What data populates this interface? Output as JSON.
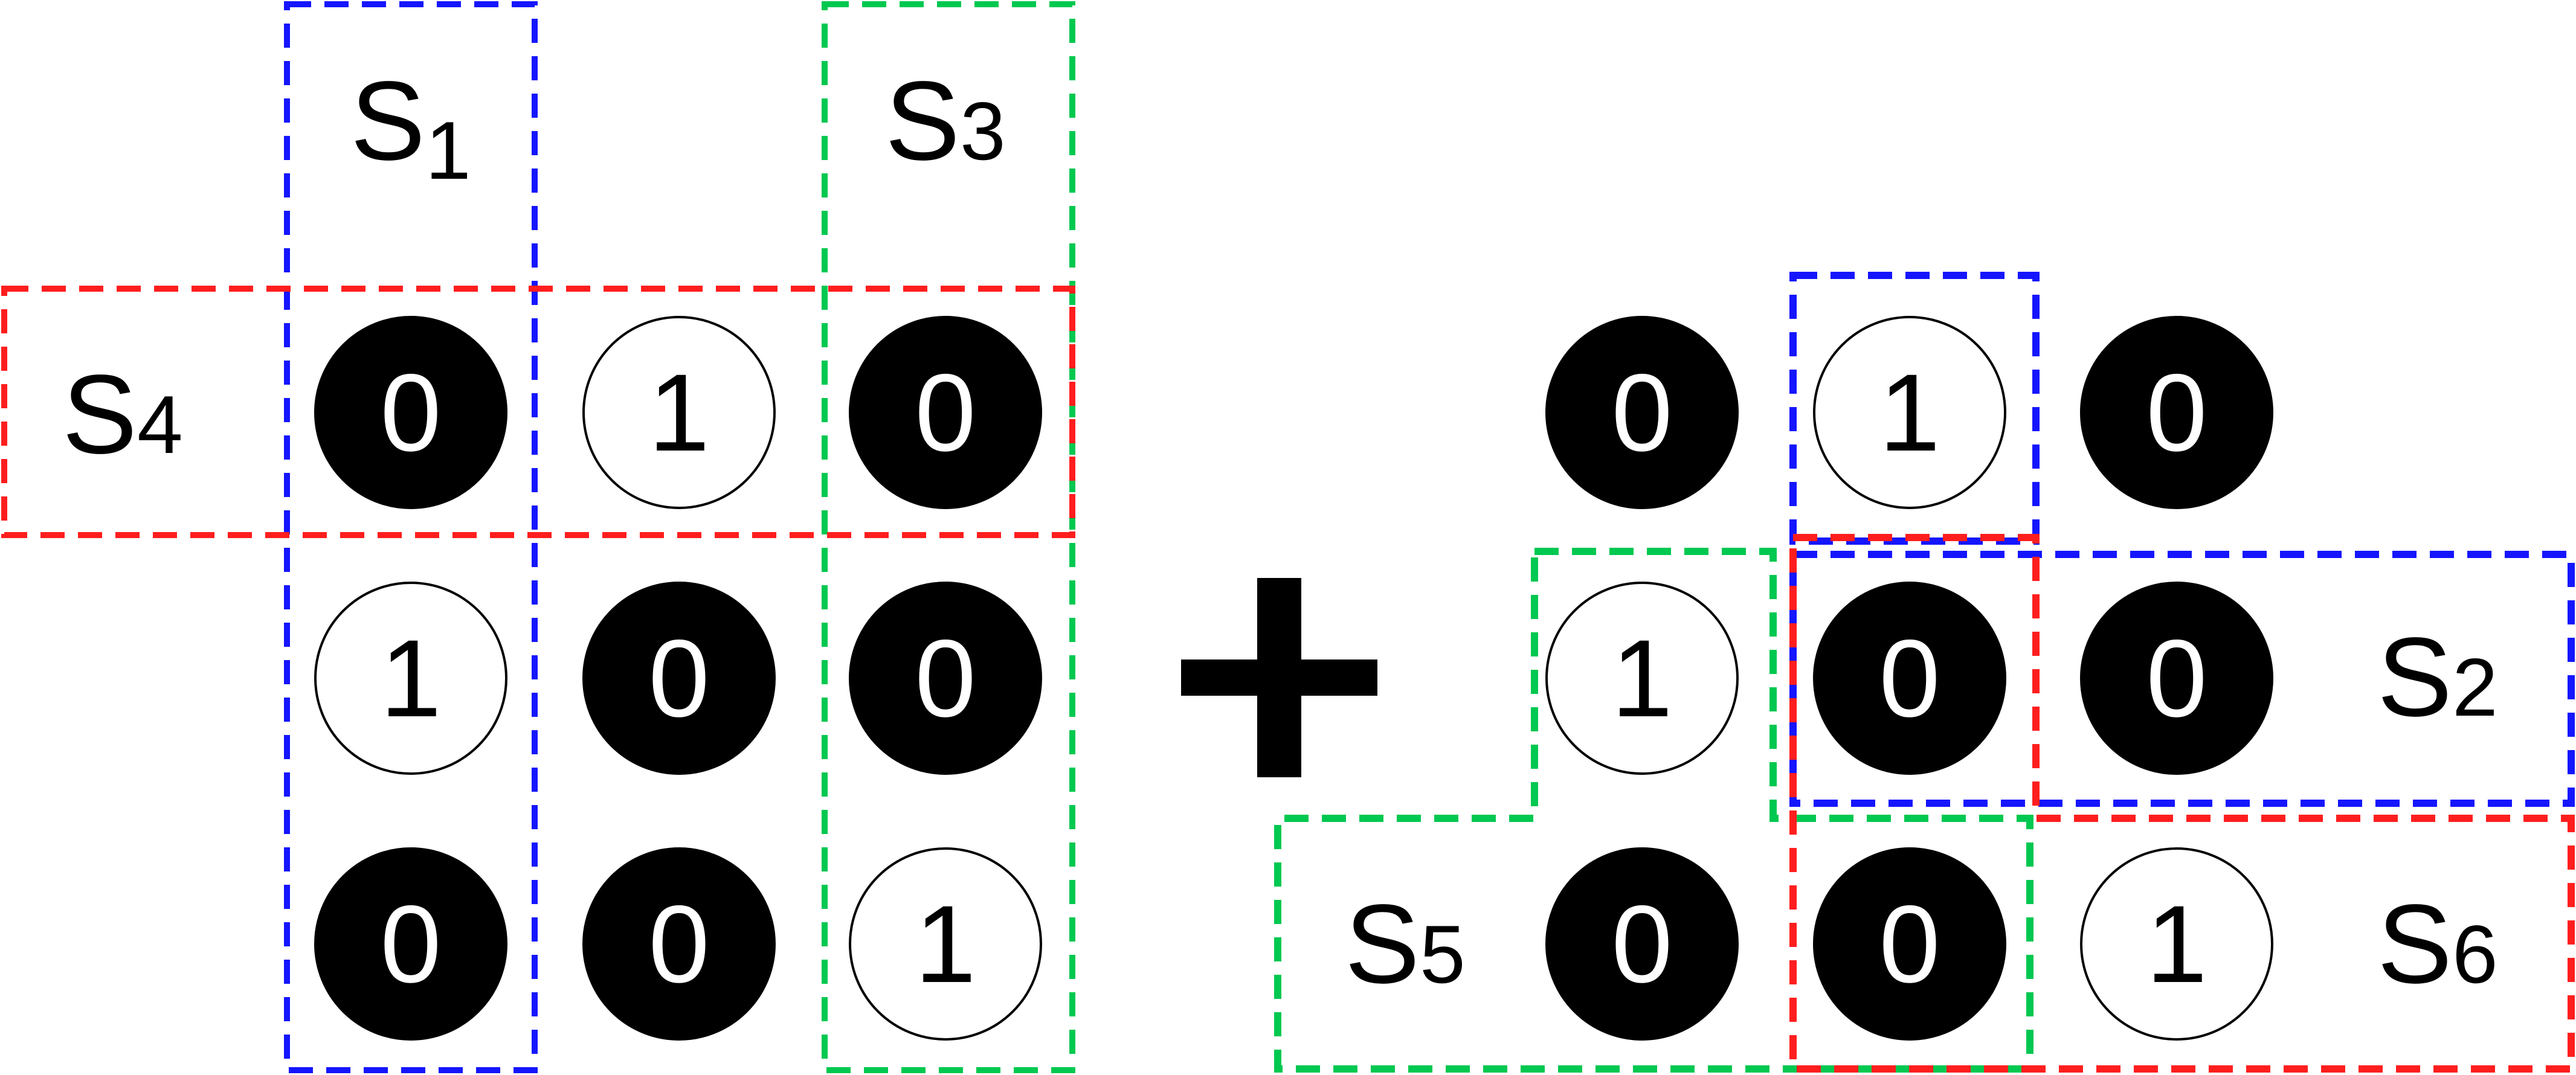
{
  "colors": {
    "red": "#ff1e1e",
    "blue": "#1515ff",
    "green": "#00c850",
    "black": "#000000",
    "white": "#ffffff"
  },
  "left_matrix": {
    "rows": [
      [
        "0",
        "1",
        "0"
      ],
      [
        "1",
        "0",
        "0"
      ],
      [
        "0",
        "0",
        "1"
      ]
    ],
    "labels": {
      "s1": {
        "main": "S",
        "sub": "1"
      },
      "s3": {
        "main": "S",
        "sub": "3"
      },
      "s4": {
        "main": "S",
        "sub": "4"
      }
    }
  },
  "operator": "plus",
  "right_matrix": {
    "rows": [
      [
        "0",
        "1",
        "0"
      ],
      [
        "1",
        "0",
        "0"
      ],
      [
        "0",
        "0",
        "1"
      ]
    ],
    "labels": {
      "s2": {
        "main": "S",
        "sub": "2"
      },
      "s5": {
        "main": "S",
        "sub": "5"
      },
      "s6": {
        "main": "S",
        "sub": "6"
      }
    }
  }
}
